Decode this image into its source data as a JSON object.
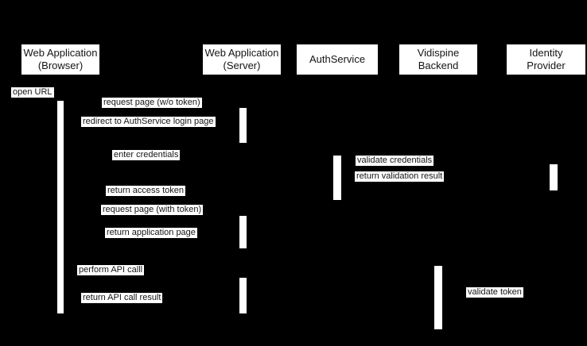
{
  "colors": {
    "background": "#000000",
    "node_fill": "#ffffff",
    "text": "#141414"
  },
  "actors": {
    "browser": {
      "label": "Web Application\n(Browser)"
    },
    "server": {
      "label": "Web Application\n(Server)"
    },
    "auth": {
      "label": "AuthService"
    },
    "vidispine": {
      "label": "Vidispine\nBackend"
    },
    "idp": {
      "label": "Identity\nProvider"
    }
  },
  "messages": {
    "open_url": "open URL",
    "request_page_wo_token": "request page (w/o token)",
    "redirect_login": "redirect to AuthService login page",
    "enter_credentials": "enter credentials",
    "validate_credentials": "validate credentials",
    "return_validation_result": "return validation result",
    "return_access_token": "return access token",
    "request_page_with_token": "request page (with token)",
    "return_application_page": "return application page",
    "perform_api_call": "perform API calll",
    "return_api_call_result": "return API call result",
    "validate_token": "validate token"
  }
}
